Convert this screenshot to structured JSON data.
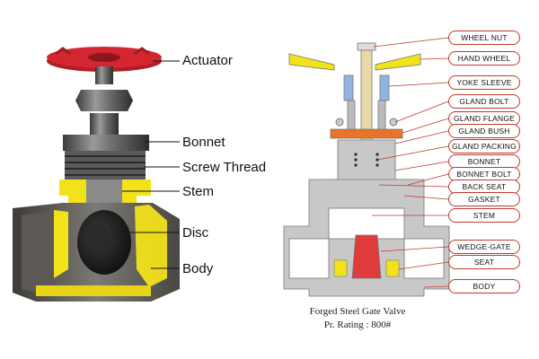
{
  "left_diagram": {
    "labels": [
      "Actuator",
      "Bonnet",
      "Screw Thread",
      "Stem",
      "Disc",
      "Body"
    ]
  },
  "right_diagram": {
    "labels": [
      "WHEEL NUT",
      "HAND WHEEL",
      "YOKE SLEEVE",
      "GLAND BOLT",
      "GLAND FLANGE",
      "GLAND BUSH",
      "GLAND PACKING",
      "BONNET",
      "BONNET BOLT",
      "BACK SEAT",
      "GASKET",
      "STEM",
      "WEDGE-GATE",
      "SEAT",
      "BODY"
    ],
    "caption_line1": "Forged Steel Gate Valve",
    "caption_line2": "Pr. Rating : 800#"
  },
  "colors": {
    "handwheel_red": "#c8202a",
    "cutaway_yellow": "#f2e21a",
    "metal_dark": "#4a4a4a",
    "body_gray": "#c8c8c8",
    "stem_tan": "#e9d9a8",
    "wedge_red": "#e03b3b",
    "gland_orange": "#e8742a",
    "yoke_blue": "#8fb4e0",
    "leader_red": "#c0392b"
  }
}
